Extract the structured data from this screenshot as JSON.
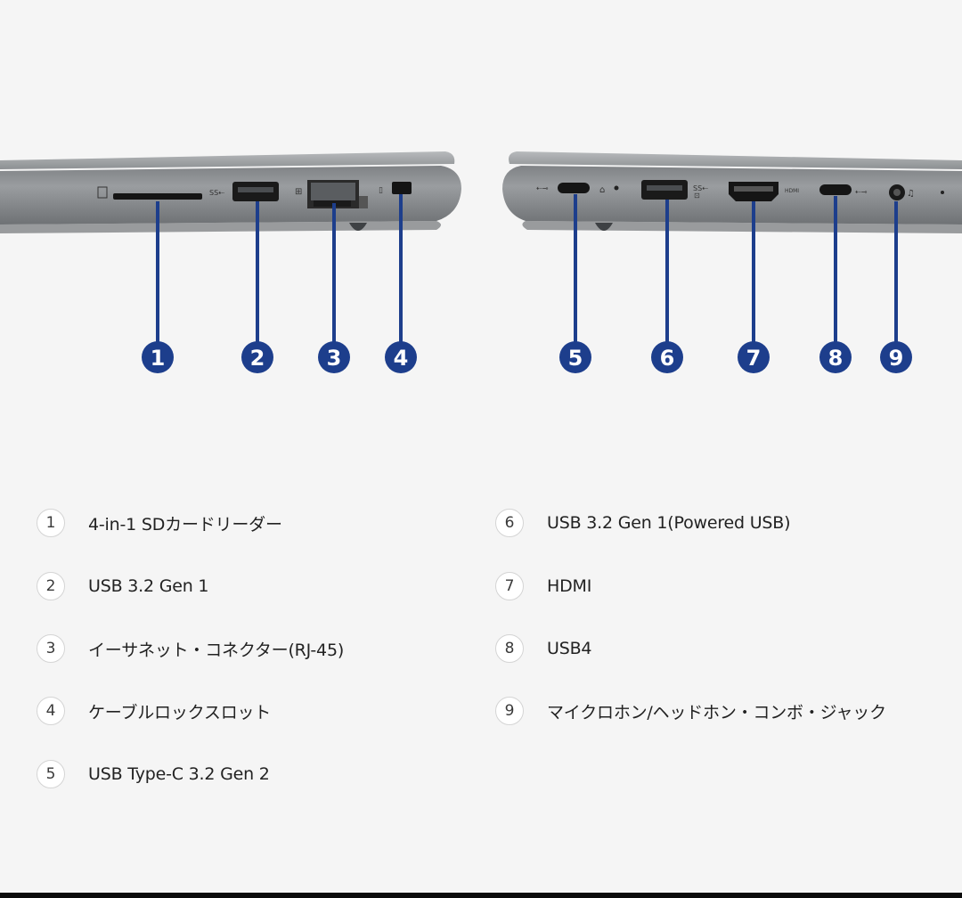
{
  "callouts": [
    "1",
    "2",
    "3",
    "4",
    "5",
    "6",
    "7",
    "8",
    "9"
  ],
  "port_labels": {
    "hdmi": "HDMI"
  },
  "legend": [
    {
      "num": "1",
      "label": "4-in-1 SDカードリーダー"
    },
    {
      "num": "2",
      "label": "USB 3.2 Gen 1"
    },
    {
      "num": "3",
      "label": "イーサネット・コネクター(RJ-45)"
    },
    {
      "num": "4",
      "label": "ケーブルロックスロット"
    },
    {
      "num": "5",
      "label": "USB Type-C 3.2 Gen 2"
    },
    {
      "num": "6",
      "label": "USB 3.2 Gen 1(Powered USB)"
    },
    {
      "num": "7",
      "label": "HDMI"
    },
    {
      "num": "8",
      "label": "USB4"
    },
    {
      "num": "9",
      "label": "マイクロホン/ヘッドホン・コンボ・ジャック"
    }
  ],
  "colors": {
    "callout": "#1d3e8c",
    "laptop_body": "#8e9194",
    "laptop_lid": "#a3a6a8",
    "background": "#f5f5f5"
  }
}
